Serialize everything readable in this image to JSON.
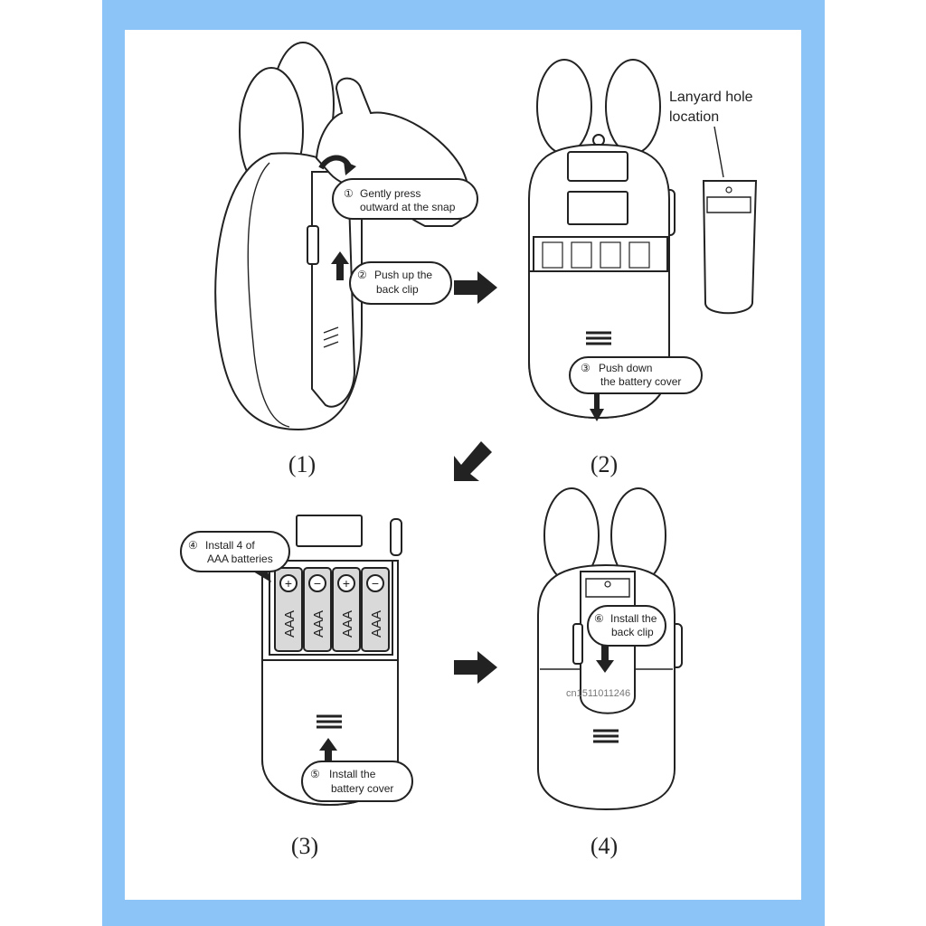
{
  "steps": [
    {
      "number": "(1)",
      "callouts": [
        {
          "marker": "①",
          "text": [
            "Gently press",
            "outward at the snap"
          ]
        },
        {
          "marker": "②",
          "text": [
            "Push up the",
            "back clip"
          ]
        }
      ]
    },
    {
      "number": "(2)",
      "callouts": [
        {
          "marker": "③",
          "text": [
            "Push down",
            "the battery cover"
          ]
        }
      ],
      "note": [
        "Lanyard hole",
        "location"
      ]
    },
    {
      "number": "(3)",
      "callouts": [
        {
          "marker": "④",
          "text": [
            "Install 4 of",
            "AAA batteries"
          ]
        },
        {
          "marker": "⑤",
          "text": [
            "Install the",
            "battery cover"
          ]
        }
      ]
    },
    {
      "number": "(4)",
      "callouts": [
        {
          "marker": "⑥",
          "text": [
            "Install the",
            "back clip"
          ]
        }
      ]
    }
  ],
  "battery_label": "AAA",
  "battery_polarity": [
    "+",
    "−",
    "+",
    "−"
  ],
  "watermark": "cn1511011246",
  "colors": {
    "frame": "#8cc4f7",
    "line": "#222222",
    "device_fill": "#ffffff"
  }
}
